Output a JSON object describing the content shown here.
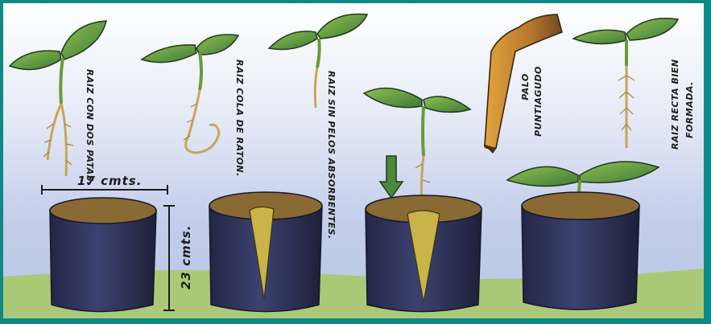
{
  "labels": {
    "raiz_con_dos_patas": "RAIZ CON DOS PATAS.",
    "raiz_cola_de_raton": "RAIZ COLA DE RATON.",
    "raiz_sin_pelos": "RAIZ SIN PELOS ABSORBENTES.",
    "palo_puntiagudo_1": "PALO",
    "palo_puntiagudo_2": "PUNTIAGUDO",
    "raiz_recta_1": "RAIZ RECTA BIEN",
    "raiz_recta_2": "FORMADA."
  },
  "dimensions": {
    "width": "17 cmts.",
    "height": "23 cmts."
  },
  "colors": {
    "frame": "#0b8a86",
    "sky": "#c9d3ec",
    "ground": "#a9c86a",
    "bag": "#33375a",
    "soil": "#8a6a33",
    "leaf": "#4e8f3c",
    "root": "#c9a55a",
    "arrow": "#4a8a3a"
  }
}
